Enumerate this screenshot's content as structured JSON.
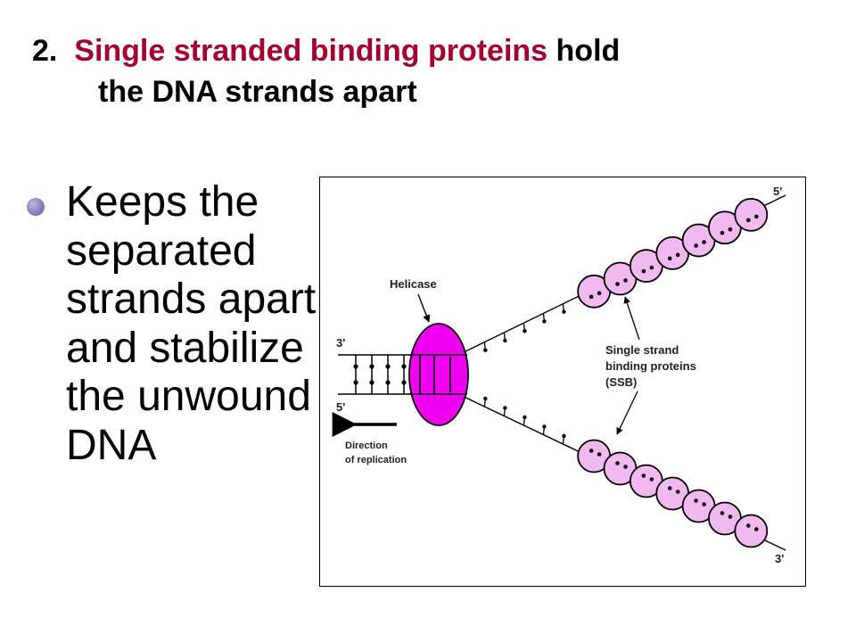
{
  "title": {
    "number": "2.",
    "highlight": "Single stranded binding proteins",
    "rest1": "hold",
    "line2": "the DNA strands apart"
  },
  "bullet": {
    "text": "Keeps the separated strands apart and stabilize the unwound DNA"
  },
  "diagram": {
    "labels": {
      "helicase": "Helicase",
      "ssb_line1": "Single strand",
      "ssb_line2": "binding proteins",
      "ssb_line3": "(SSB)",
      "direction_line1": "Direction",
      "direction_line2": "of replication",
      "top_right_end": "5'",
      "bottom_right_end": "3'",
      "left_top_end": "3'",
      "left_bottom_end": "5'"
    },
    "colors": {
      "helicase_fill": "#f000f0",
      "ssb_fill": "#f2b8f0",
      "title_highlight": "#a3002f",
      "bullet": "#7c7eb6"
    }
  }
}
